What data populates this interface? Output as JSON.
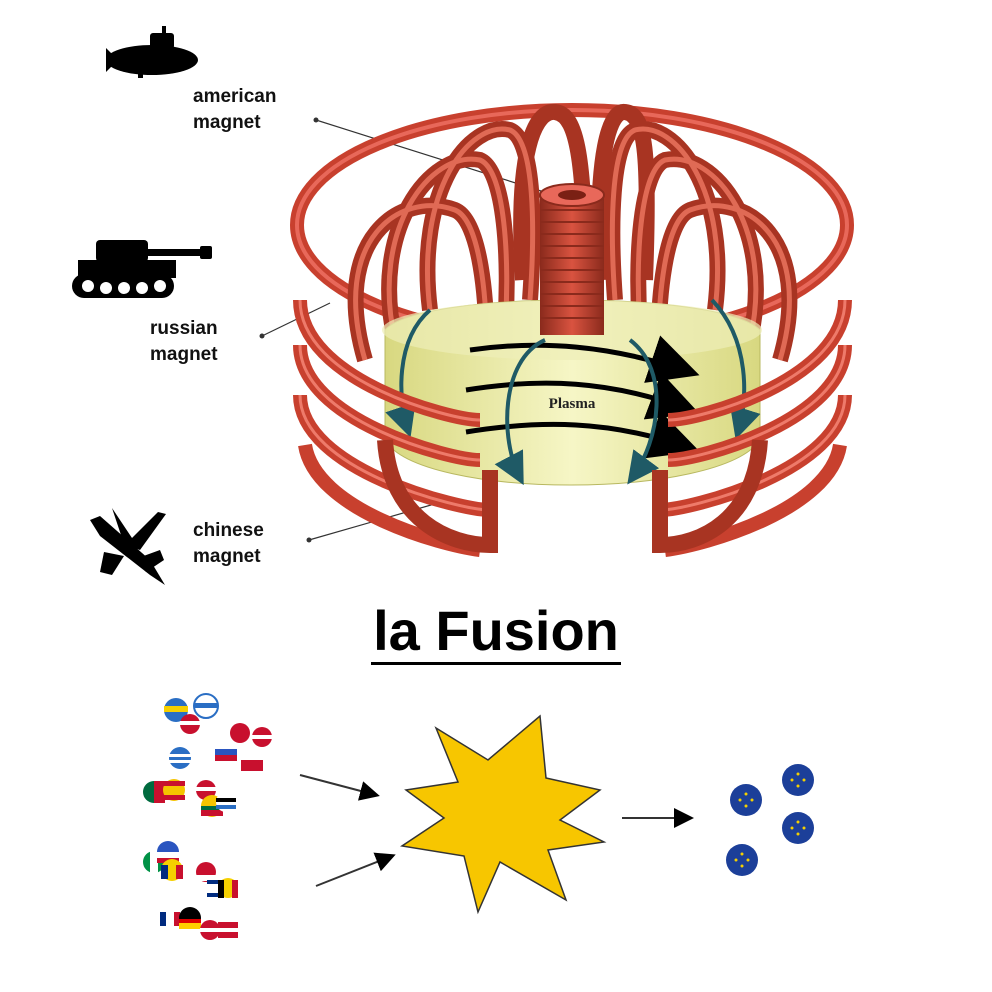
{
  "labels": {
    "american": [
      "american",
      "magnet"
    ],
    "russian": [
      "russian",
      "magnet"
    ],
    "chinese": [
      "chinese",
      "magnet"
    ]
  },
  "plasma_label": "Plasma",
  "title": "la Fusion",
  "icons": {
    "american": "submarine-icon",
    "russian": "tank-icon",
    "chinese": "fighter-jet-icon"
  },
  "colors": {
    "coil": "#c8402e",
    "coil_dark": "#8a2a1c",
    "coil_light": "#e8685a",
    "plasma": "#f2f2b0",
    "arrow_teal": "#1f5a66",
    "explosion": "#f7c600",
    "eu_blue": "#1c3f99"
  }
}
